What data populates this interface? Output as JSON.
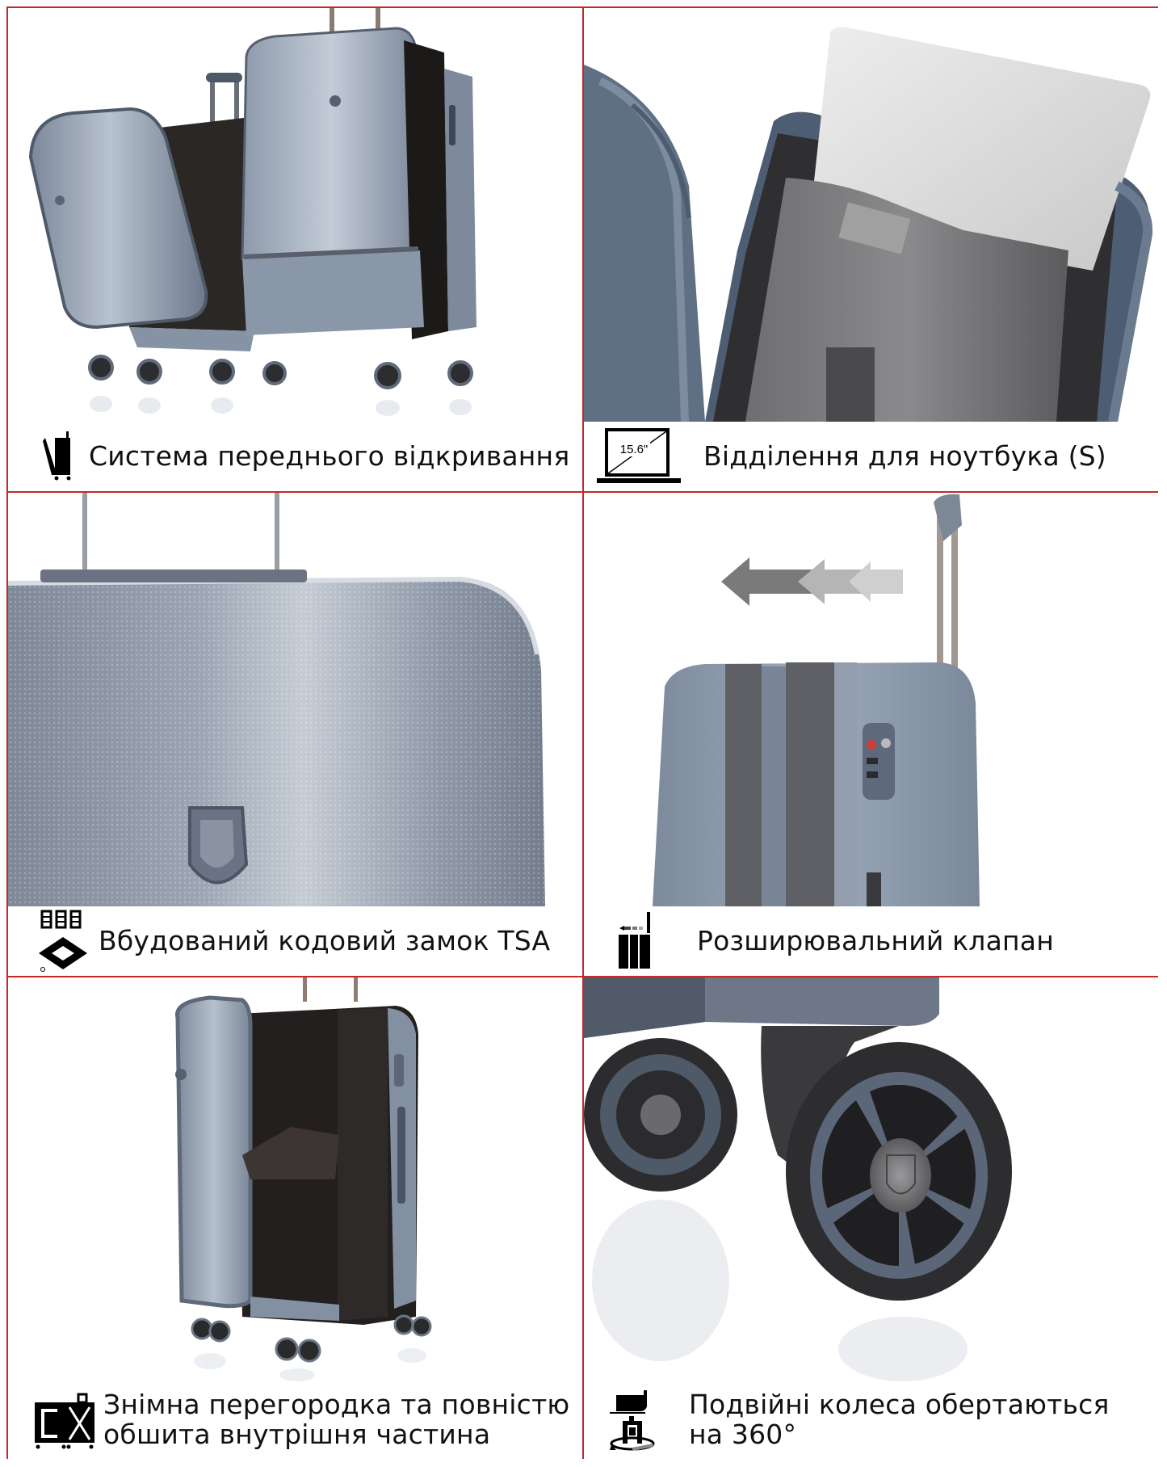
{
  "layout": {
    "columns": 2,
    "rows": 3,
    "border_color": "#c62828",
    "background": "#ffffff"
  },
  "tiles": [
    {
      "photo": "Two open front-loading hard-shell suitcases with spinner wheels",
      "icon": "front-opening-suitcase-icon",
      "caption": "Система переднього відкривання"
    },
    {
      "photo": "Laptop sliding into padded sleeve inside suitcase front lid",
      "icon": "laptop-15-6-icon",
      "icon_label": "15.6\"",
      "caption": "Відділення для ноутбука (S)"
    },
    {
      "photo": "Close-up of textured silver shell with shield logo",
      "icon": "tsa-lock-icon",
      "caption": "Вбудований кодовий замок TSA"
    },
    {
      "photo": "Suitcase top with expansion zipper, TSA lock and telescopic handle",
      "icon": "expandable-suitcase-icon",
      "caption": "Розширювальний клапан"
    },
    {
      "photo": "Carry-on open showing lined interior and removable divider",
      "icon": "removable-divider-icon",
      "caption_line1": "Знімна перегородка та повністю",
      "caption_line2": "обшита внутрішня частина"
    },
    {
      "photo": "Close-up of double spinner wheel with logo hub",
      "icon": "spinner-wheel-360-icon",
      "caption_line1": "Подвійні колеса обертаються",
      "caption_line2": "на 360°"
    }
  ],
  "colors": {
    "shell": "#8e9aab",
    "shell_dark": "#5f6b7c",
    "lining": "#2a2624",
    "arrow_dark": "#7a7a7a",
    "arrow_mid": "#b5b5b5",
    "arrow_light": "#cfcfcf"
  }
}
